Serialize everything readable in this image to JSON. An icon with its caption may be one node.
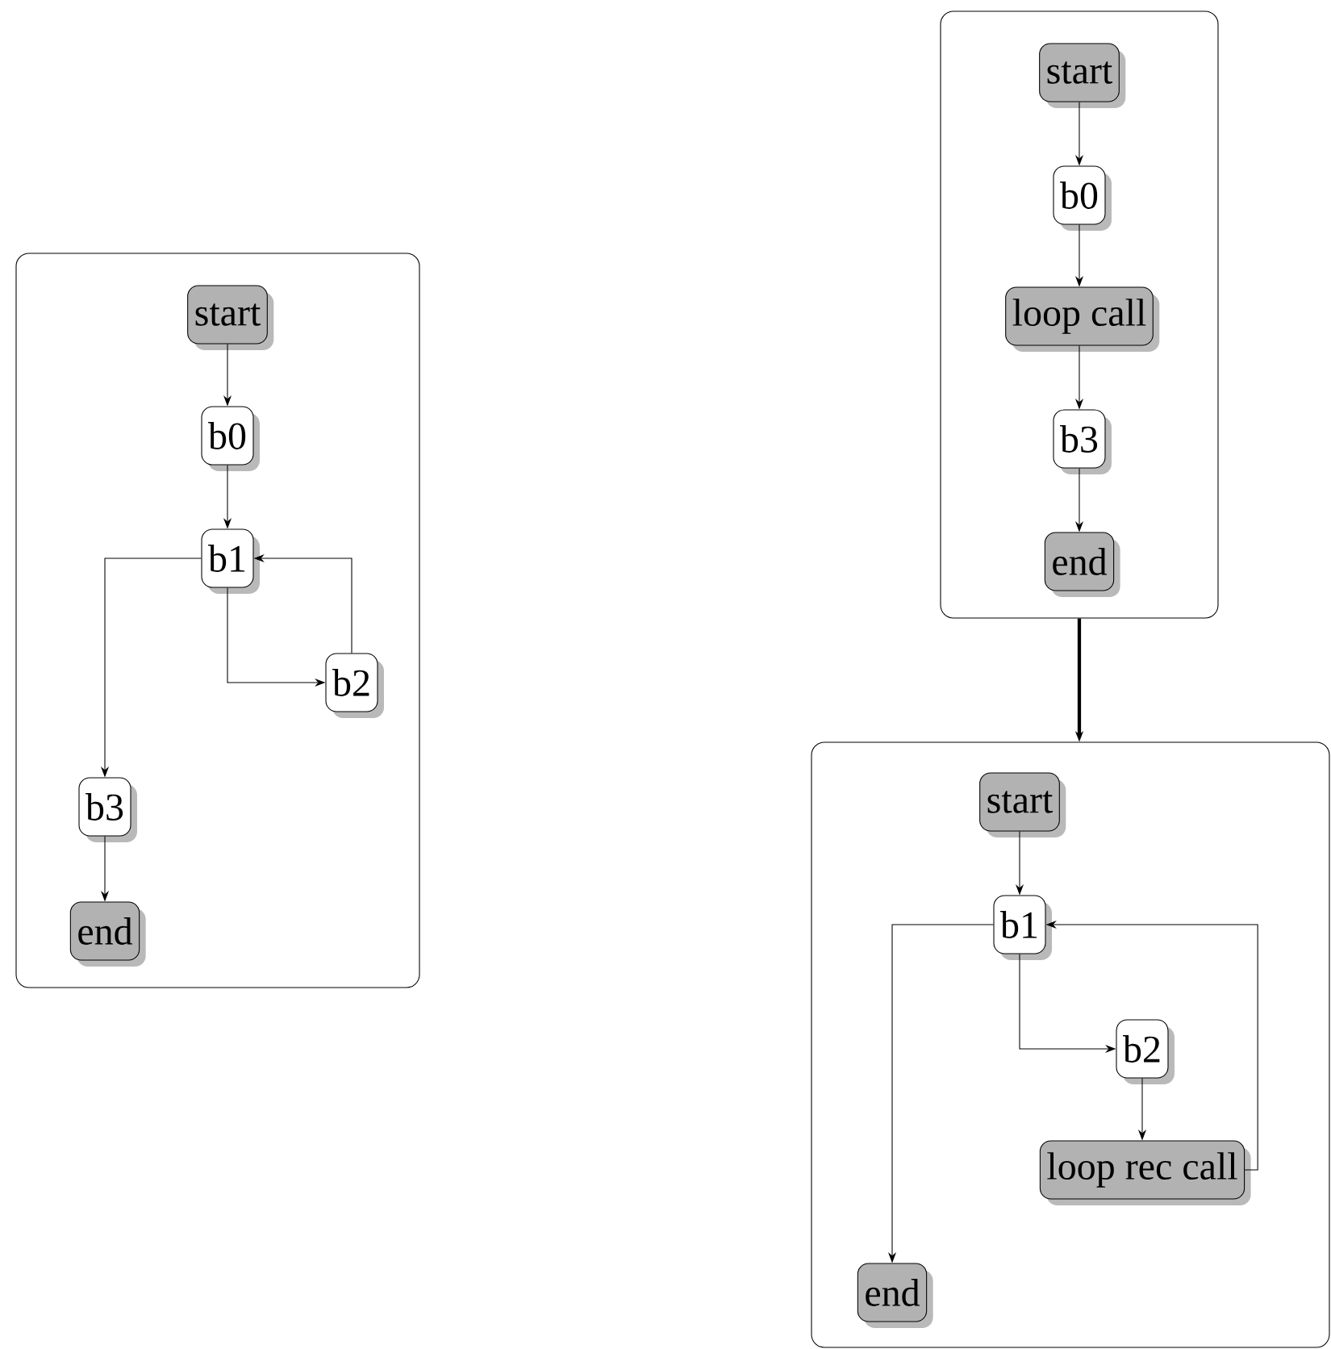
{
  "diagram": {
    "nodes": [
      {
        "text": [],
        "shape": "box"
      },
      {
        "text": [
          "start"
        ],
        "in": 0
      },
      {
        "text": [
          "b0"
        ],
        "in": 0
      },
      {
        "text": [
          "b1"
        ],
        "in": 0
      },
      {
        "text": [
          "b2"
        ],
        "in": 0
      },
      {
        "text": [
          "b3"
        ],
        "in": 0
      },
      {
        "text": [
          "end"
        ],
        "in": 0
      },
      {
        "text": [],
        "shape": "box"
      },
      {
        "text": [
          "start"
        ],
        "in": 7
      },
      {
        "text": [
          "b0"
        ],
        "in": 7
      },
      {
        "text": [
          "loop call"
        ],
        "in": 7
      },
      {
        "text": [
          "b3"
        ],
        "in": 7
      },
      {
        "text": [
          "end"
        ],
        "in": 7
      },
      {
        "text": [],
        "shape": "box"
      },
      {
        "text": [
          "start"
        ],
        "in": 13
      },
      {
        "text": [
          "b1"
        ],
        "in": 13
      },
      {
        "text": [
          "b2"
        ],
        "in": 13
      },
      {
        "text": [
          "loop rec call"
        ],
        "in": 13
      },
      {
        "text": [
          "end"
        ],
        "in": 13
      }
    ],
    "edges": [
      {
        "from": 1,
        "to": 2,
        "arrow": "to"
      },
      {
        "from": 2,
        "to": 3,
        "arrow": "to"
      },
      {
        "from": 3,
        "to": 4,
        "arrow": "to"
      },
      {
        "from": 4,
        "to": 3,
        "arrow": "to"
      },
      {
        "from": 3,
        "to": 5,
        "arrow": "to"
      },
      {
        "from": 5,
        "to": 6,
        "arrow": "to"
      },
      {
        "from": 8,
        "to": 9,
        "arrow": "to"
      },
      {
        "from": 9,
        "to": 10,
        "arrow": "to"
      },
      {
        "from": 10,
        "to": 11,
        "arrow": "to"
      },
      {
        "from": 11,
        "to": 12,
        "arrow": "to"
      },
      {
        "from": 7,
        "to": 13,
        "arrow": "to",
        "style": "thick"
      },
      {
        "from": 14,
        "to": 15,
        "arrow": "to"
      },
      {
        "from": 15,
        "to": 16,
        "arrow": "to"
      },
      {
        "from": 16,
        "to": 17,
        "arrow": "to"
      },
      {
        "from": 17,
        "to": 15,
        "arrow": "to"
      },
      {
        "from": 15,
        "to": 18,
        "arrow": "to"
      }
    ]
  }
}
